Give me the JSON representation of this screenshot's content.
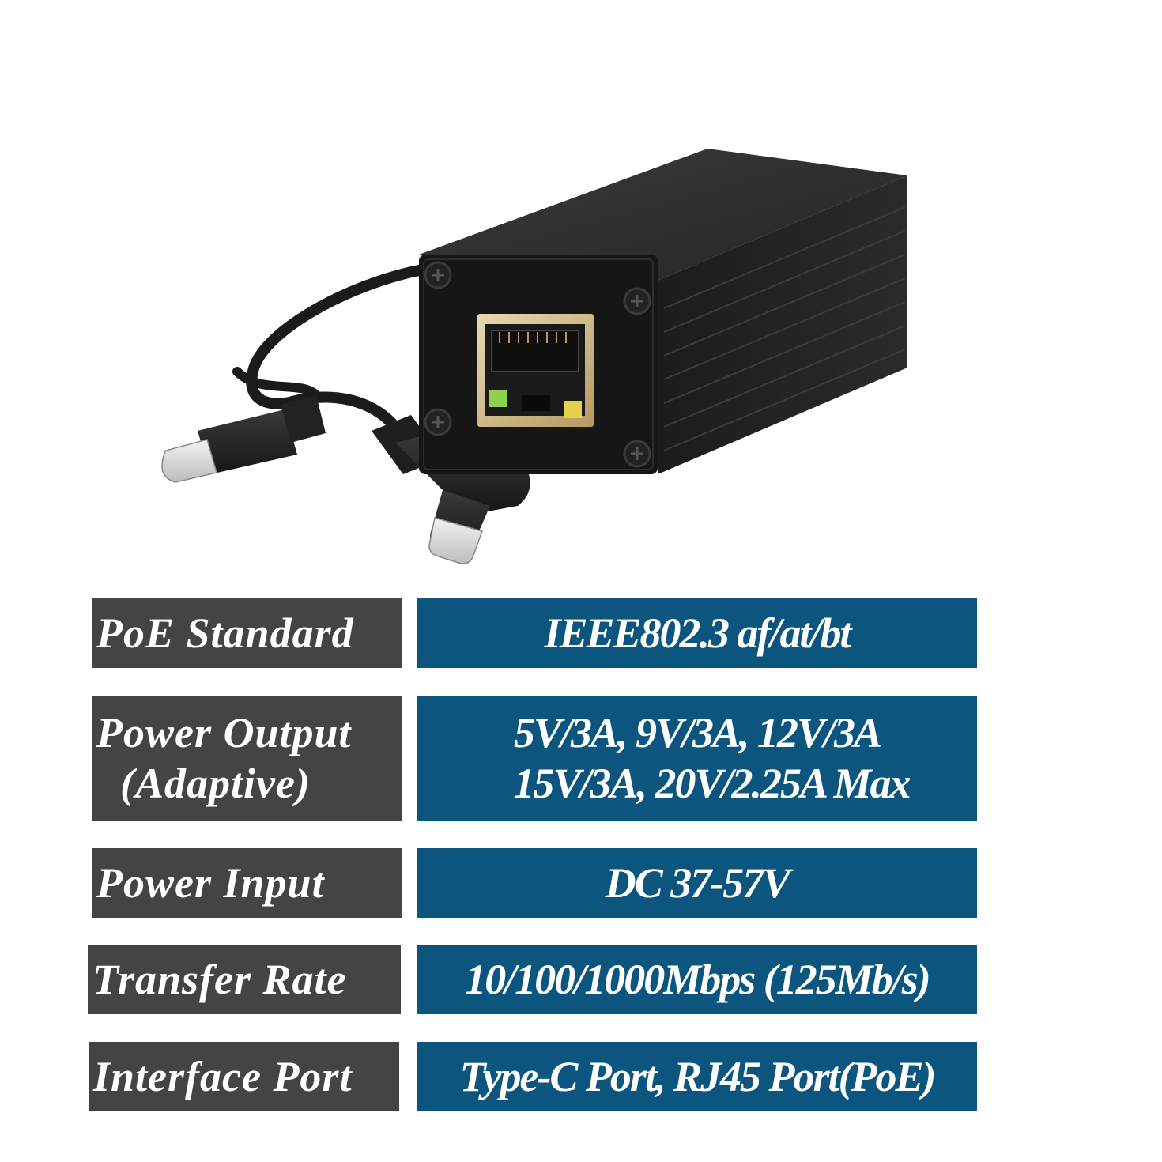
{
  "specs": [
    {
      "label": "PoE Standard",
      "value": "IEEE802.3 af/at/bt"
    },
    {
      "label_lines": [
        "Power Output",
        "(Adaptive)"
      ],
      "value_lines": [
        "5V/3A, 9V/3A, 12V/3A",
        "15V/3A, 20V/2.25A Max"
      ]
    },
    {
      "label": "Power Input",
      "value": "DC 37-57V"
    },
    {
      "label": "Transfer Rate",
      "value": "10/100/1000Mbps (125Mb/s)"
    },
    {
      "label": "Interface Port",
      "value": "Type-C Port, RJ45 Port(PoE)"
    }
  ],
  "colors": {
    "label_bg": "#444444",
    "value_bg": "#0b557f",
    "text": "#ffffff"
  }
}
